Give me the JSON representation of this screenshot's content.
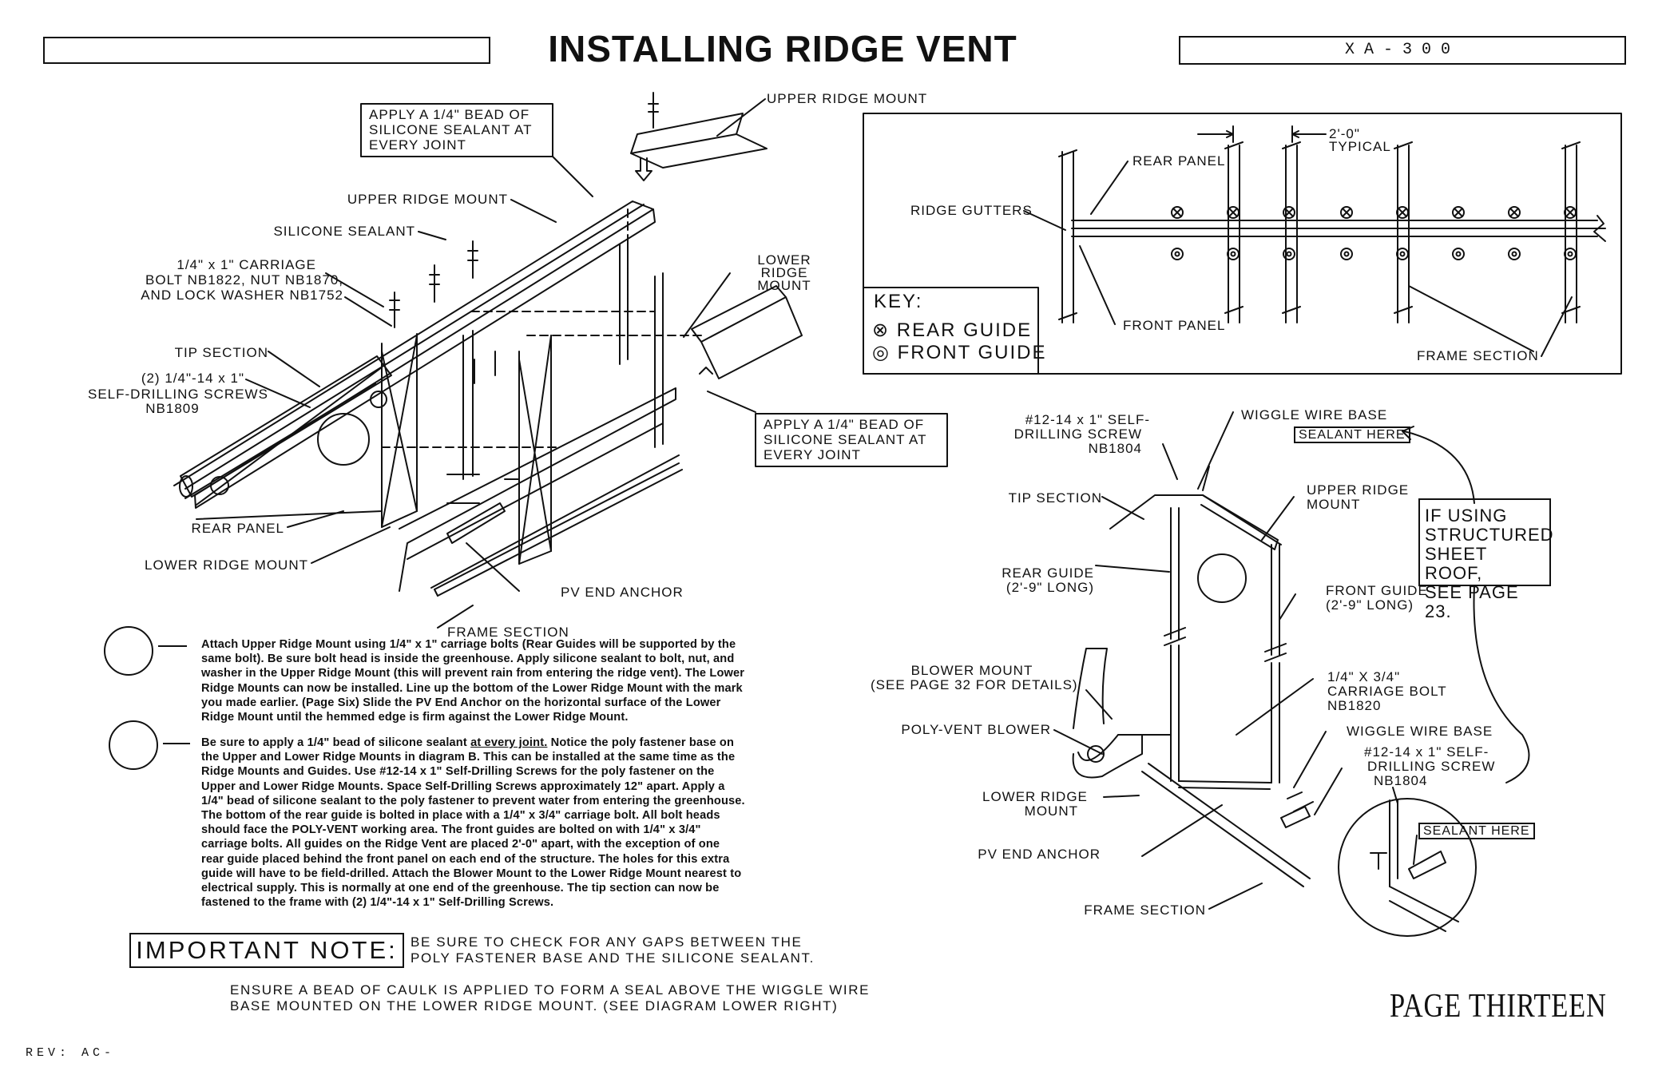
{
  "header": {
    "left_box_text": "",
    "title": "INSTALLING RIDGE VENT",
    "drawing_code": "XA-300"
  },
  "diagram_a": {
    "labels": {
      "upper_ridge_mount_top": "UPPER RIDGE MOUNT",
      "callout_1": [
        "APPLY A 1/4\" BEAD OF",
        "SILICONE SEALANT AT",
        "EVERY JOINT"
      ],
      "upper_ridge_mount": "UPPER RIDGE MOUNT",
      "silicone_sealant": "SILICONE SEALANT",
      "carriage_bolt": [
        "1/4\" x 1\" CARRIAGE",
        "BOLT NB1822, NUT NB1870,",
        "AND LOCK WASHER NB1752"
      ],
      "lower_ridge_mount_callout": [
        "LOWER",
        "RIDGE",
        "MOUNT"
      ],
      "tip_section": "TIP SECTION",
      "screws": [
        "(2) 1/4\"-14 x 1\"",
        "SELF-DRILLING SCREWS",
        "NB1809"
      ],
      "callout_2": [
        "APPLY A 1/4\" BEAD OF",
        "SILICONE SEALANT AT",
        "EVERY JOINT"
      ],
      "rear_panel": "REAR PANEL",
      "lower_ridge_mount": "LOWER RIDGE MOUNT",
      "pv_end_anchor": "PV END ANCHOR",
      "frame_section": "FRAME SECTION"
    }
  },
  "diagram_top_right": {
    "dimension": "2'-0\"",
    "dimension_note": "TYPICAL",
    "rear_panel": "REAR PANEL",
    "ridge_gutters": "RIDGE GUTTERS",
    "front_panel": "FRONT PANEL",
    "frame_section": "FRAME SECTION",
    "key": {
      "title": "KEY:",
      "rear_guide": "REAR GUIDE",
      "front_guide": "FRONT GUIDE",
      "rear_symbol": "⊗",
      "front_symbol": "◎"
    }
  },
  "diagram_b": {
    "labels": {
      "screw_top": [
        "#12-14 x 1\" SELF-",
        "DRILLING SCREW",
        "NB1804"
      ],
      "wiggle_wire_base_top": "WIGGLE WIRE BASE",
      "sealant_here_top": "SEALANT HERE",
      "tip_section": "TIP SECTION",
      "upper_ridge_mount": [
        "UPPER RIDGE",
        "MOUNT"
      ],
      "rear_guide": [
        "REAR GUIDE",
        "(2'-9\" LONG)"
      ],
      "front_guide": [
        "FRONT GUIDE",
        "(2'-9\" LONG)"
      ],
      "blower_mount": [
        "BLOWER MOUNT",
        "(SEE PAGE 32 FOR DETAILS)"
      ],
      "carriage_bolt": [
        "1/4\" X 3/4\"",
        "CARRIAGE BOLT",
        "NB1820"
      ],
      "poly_vent_blower": "POLY-VENT BLOWER",
      "wiggle_wire_base": "WIGGLE WIRE BASE",
      "screw_detail": [
        "#12-14 x 1\" SELF-",
        "DRILLING SCREW",
        "NB1804"
      ],
      "lower_ridge_mount": [
        "LOWER RIDGE",
        "MOUNT"
      ],
      "sealant_here_detail": "SEALANT HERE",
      "pv_end_anchor": "PV END ANCHOR",
      "frame_section": "FRAME SECTION"
    },
    "side_note": [
      "IF USING",
      "STRUCTURED",
      "SHEET ROOF,",
      "SEE PAGE 23."
    ]
  },
  "instructions": {
    "step_a": [
      "Attach Upper Ridge Mount using 1/4\" x 1\" carriage bolts (Rear Guides will be supported by the",
      "same bolt).  Be sure bolt head is inside the greenhouse.  Apply silicone sealant to bolt, nut, and",
      "washer in the Upper Ridge Mount (this will prevent rain from entering the ridge vent).  The Lower",
      "Ridge Mounts can now be installed. Line up the bottom of the Lower Ridge Mount with the mark",
      "you made earlier. (Page Six)  Slide the PV End Anchor on the horizontal surface of the Lower",
      "Ridge Mount until the hemmed edge is firm against the Lower Ridge Mount."
    ],
    "step_b_first_pre": "Be sure to apply a 1/4\" bead of silicone sealant ",
    "step_b_first_underline": "at every joint.",
    "step_b_first_post": "  Notice the poly fastener base on",
    "step_b": [
      "the Upper and Lower Ridge Mounts in diagram B. This can be installed at the same time as the",
      "Ridge Mounts and Guides. Use #12-14 x 1\" Self-Drilling Screws for the poly fastener on the",
      "Upper and Lower Ridge Mounts.  Space Self-Drilling Screws approximately 12\" apart.  Apply a",
      "1/4\" bead of silicone sealant to the poly fastener to prevent water from entering the greenhouse.",
      "The bottom of the rear guide is bolted in place with a 1/4\" x 3/4\" carriage bolt. All bolt heads",
      "should face the POLY-VENT working area.  The front guides are bolted on with 1/4\" x 3/4\"",
      "carriage bolts. All guides on the Ridge Vent are placed 2'-0\"  apart, with the exception of one",
      "rear guide placed behind the front panel on each end of the structure.  The holes for this extra",
      "guide will have to be field-drilled.  Attach the Blower Mount to the Lower Ridge Mount nearest to",
      "electrical supply.  This is normally at one end of the greenhouse.  The tip section can now be",
      "fastened to the frame with (2) 1/4\"-14 x 1\" Self-Drilling Screws."
    ]
  },
  "important_note": {
    "label": "IMPORTANT NOTE:",
    "text": [
      "BE SURE TO CHECK FOR ANY GAPS BETWEEN THE",
      "POLY FASTENER BASE AND THE SILICONE SEALANT."
    ],
    "caulk": [
      "ENSURE A BEAD OF CAULK IS APPLIED TO FORM A SEAL ABOVE THE WIGGLE WIRE",
      "BASE MOUNTED ON THE LOWER RIDGE MOUNT.  (SEE DIAGRAM LOWER RIGHT)"
    ]
  },
  "footer": {
    "page": "PAGE THIRTEEN",
    "revision": "REV: AC-"
  }
}
